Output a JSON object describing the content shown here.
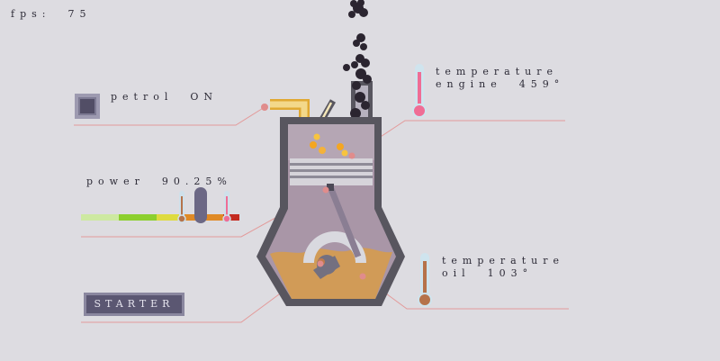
{
  "hud": {
    "fps_label": "fps:  75"
  },
  "petrol": {
    "label": "petrol  ON",
    "state": "ON"
  },
  "power": {
    "label": "power  90.25%",
    "percent": 90.25,
    "gauge_colors": [
      "#cde9a1",
      "#8ccf2e",
      "#dedb3f",
      "#e08a26",
      "#c42a1f"
    ]
  },
  "starter": {
    "label": "STARTER"
  },
  "temperature_engine": {
    "line1": "temperature",
    "line2": "engine  459°",
    "value": 459
  },
  "temperature_oil": {
    "line1": "temperature",
    "line2": "oil  103°",
    "value": 103
  },
  "colors": {
    "background": "#dddce1",
    "wall": "#58565f",
    "oil": "#d19b57",
    "smoke": "#2b2530",
    "pointer_line": "#e39a9a",
    "thermometer_engine": "#ef6d95",
    "thermometer_oil": "#b5734b"
  }
}
